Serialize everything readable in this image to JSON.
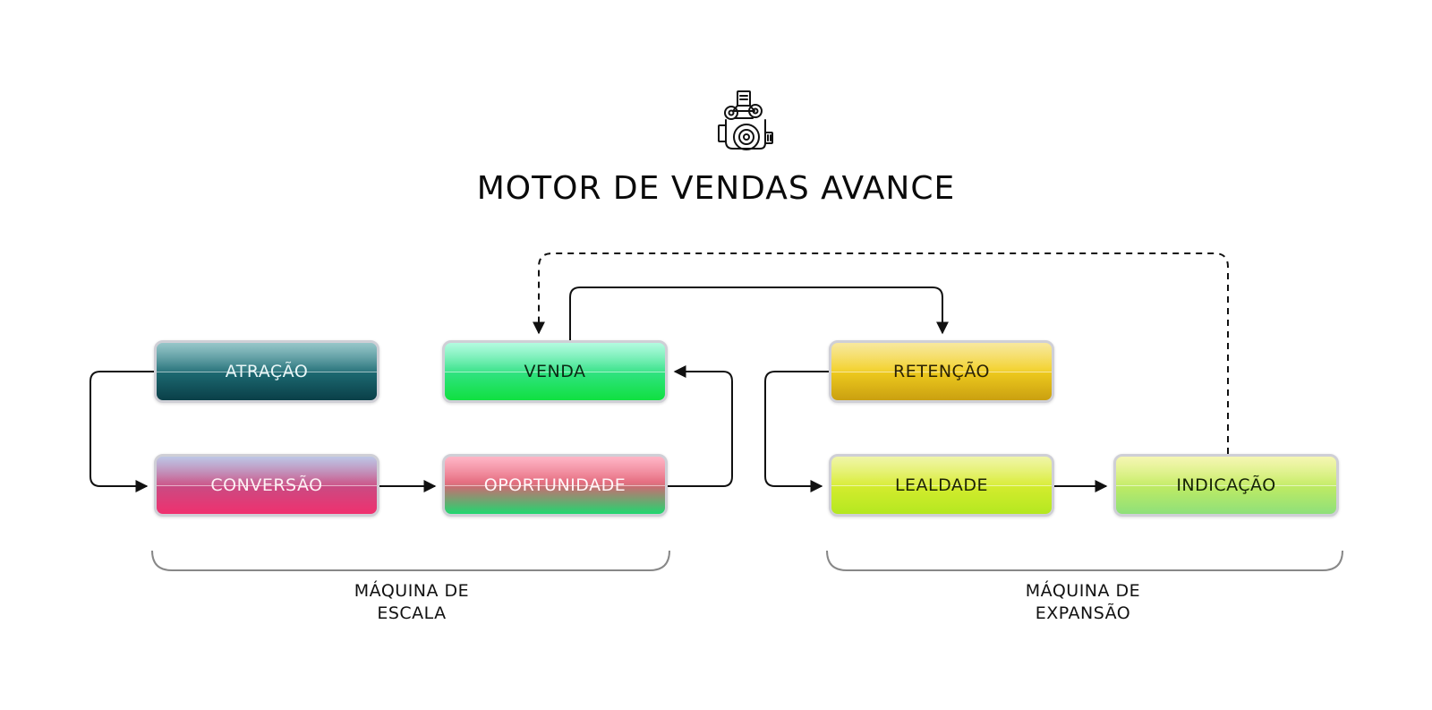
{
  "title": "MOTOR DE VENDAS AVANCE",
  "icon": "engine-icon",
  "stages": {
    "atracao": "ATRAÇÃO",
    "venda": "VENDA",
    "conversao": "CONVERSÃO",
    "oportunidade": "OPORTUNIDADE",
    "retencao": "RETENÇÃO",
    "lealdade": "LEALDADE",
    "indicacao": "INDICAÇÃO"
  },
  "groups": {
    "escala": {
      "line1": "MÁQUINA DE",
      "line2": "ESCALA"
    },
    "expansao": {
      "line1": "MÁQUINA DE",
      "line2": "EXPANSÃO"
    }
  },
  "colors": {
    "atracao": "#1f6f77",
    "venda": "#35e38a",
    "conversao": "#f0306e",
    "oportunidade": "#e25d72",
    "retencao": "#f2cf20",
    "lealdade": "#d8ec30",
    "indicacao": "#8ee07a"
  }
}
